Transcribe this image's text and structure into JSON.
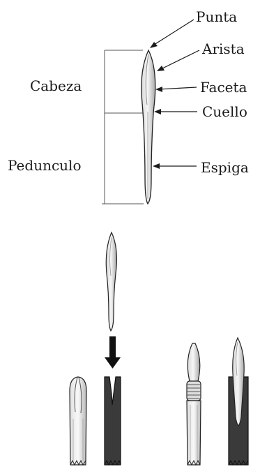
{
  "labels": {
    "tip": "Punta",
    "edge": "Arista",
    "facet": "Faceta",
    "neck": "Cuello",
    "tang": "Espiga",
    "head": "Cabeza",
    "stem": "Pedunculo"
  },
  "colors": {
    "line": "#1a1a1a",
    "bone_fill": "#ececec",
    "bone_shade": "#bdbdbd",
    "dark_shaft": "#3a3a3a",
    "arrow": "#111111"
  }
}
